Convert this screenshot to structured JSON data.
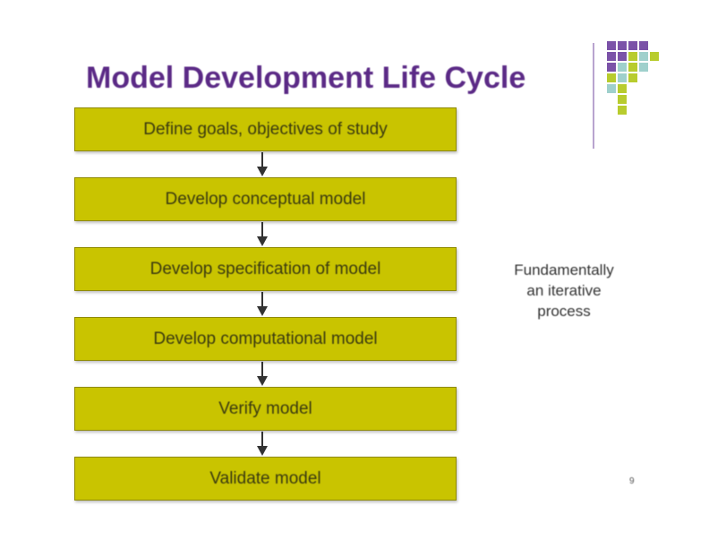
{
  "title": "Model Development Life Cycle",
  "steps": [
    "Define goals, objectives of study",
    "Develop conceptual model",
    "Develop specification of model",
    "Develop computational model",
    "Verify model",
    "Validate model"
  ],
  "note": [
    "Fundamentally",
    "an iterative",
    "process"
  ],
  "page_number": "9",
  "colors": {
    "title": "#5b2a86",
    "box_fill": "#c9c400",
    "accent_purple": "#7b52a8",
    "accent_green": "#b8cc2e",
    "accent_teal": "#9fd0cc"
  },
  "icons": {
    "arrow": "down-arrow-icon",
    "decor": "square-grid-icon"
  }
}
